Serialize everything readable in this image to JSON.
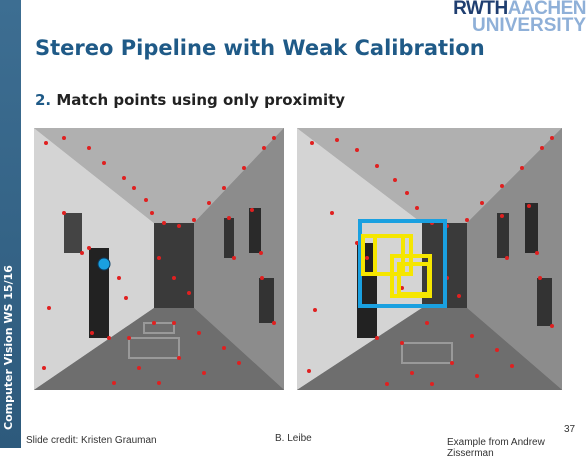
{
  "slide": {
    "title": "Stereo Pipeline with Weak Calibration",
    "step_number": "2.",
    "step_text": "Match points using only proximity",
    "sidebar_text": "Computer Vision WS 15/16",
    "logo_line1_dark": "RWTH",
    "logo_line1_light": "AACHEN",
    "logo_line2": "UNIVERSITY",
    "credit_left": "Slide credit: Kristen Grauman",
    "credit_center": "B. Leibe",
    "credit_right": "Example from Andrew Zisserman",
    "page_number": "37"
  },
  "colors": {
    "sidebar": "#2d5a7c",
    "title": "#1f5a87",
    "feature_points": "#e02020",
    "query_point": "#1aa0e0",
    "search_window": "#1aa0e0",
    "candidate_windows": "#f5e600"
  },
  "images": [
    {
      "name": "left-corridor-image",
      "annotation": "query-point"
    },
    {
      "name": "right-corridor-image",
      "annotation": "search-windows"
    }
  ]
}
